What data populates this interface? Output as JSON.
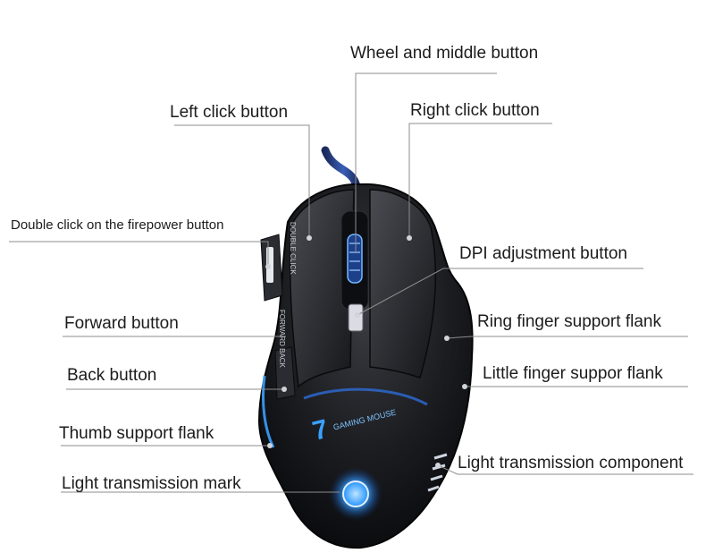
{
  "labels": {
    "wheel": "Wheel and middle button",
    "left_click": "Left click button",
    "right_click": "Right click button",
    "double_click": "Double click on the firepower button",
    "dpi": "DPI adjustment button",
    "forward": "Forward button",
    "ring_finger": "Ring finger support flank",
    "back": "Back button",
    "little_finger": "Little finger suppor flank",
    "thumb": "Thumb support flank",
    "light_component": "Light transmission component",
    "light_mark": "Light transmission mark"
  },
  "mouse_print": {
    "double_click": "DOUBLE CLICK",
    "forward_back": "FORWARD BACK",
    "brand_number": "7",
    "brand_text": "GAMING MOUSE"
  },
  "colors": {
    "background": "#ffffff",
    "text": "#1c1c1c",
    "leader_line": "#8c8c8c",
    "mouse_body": "#1a1b1f",
    "led_blue": "#3aa0ff"
  }
}
